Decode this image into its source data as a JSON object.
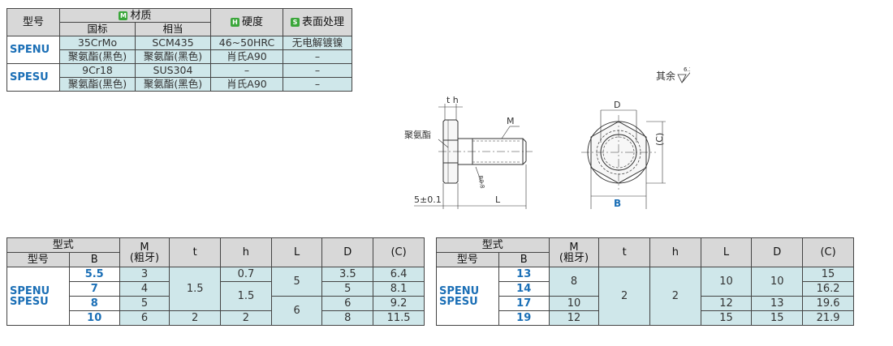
{
  "material_table": {
    "headers": {
      "model": "型号",
      "material_badge": "M",
      "material": "材质",
      "material_sub": [
        "国标",
        "相当"
      ],
      "hardness_badge": "H",
      "hardness": "硬度",
      "surface_badge": "S",
      "surface": "表面处理"
    },
    "groups": [
      {
        "model": "SPENU",
        "rows": [
          [
            "35CrMo",
            "SCM435",
            "46~50HRC",
            "无电解镀镍"
          ],
          [
            "聚氨酯(黑色)",
            "聚氨酯(黑色)",
            "肖氏A90",
            "–"
          ]
        ]
      },
      {
        "model": "SPESU",
        "rows": [
          [
            "9Cr18",
            "SUS304",
            "–",
            "–"
          ],
          [
            "聚氨酯(黑色)",
            "聚氨酯(黑色)",
            "肖氏A90",
            "–"
          ]
        ]
      }
    ],
    "colors": {
      "header": "#d8d8d8",
      "teal": "#cfe7ea",
      "model_blue": "#1b6fb6",
      "badge_green": "#3aa63a"
    }
  },
  "drawing": {
    "roughness_label": "其余",
    "roughness_value": "6.3",
    "labels": {
      "th": "t h",
      "M": "M",
      "polyurethane": "聚氨酯",
      "dim5": "5±0.1",
      "L": "L",
      "D": "D",
      "C": "(C)",
      "B": "B",
      "r": "R0.8"
    }
  },
  "dim_table_left": {
    "headers": {
      "type": "型式",
      "model": "型号",
      "B": "B",
      "M": "M",
      "M_sub": "(粗牙)",
      "t": "t",
      "h": "h",
      "L": "L",
      "D": "D",
      "C": "(C)"
    },
    "models": [
      "SPENU",
      "SPESU"
    ],
    "B": [
      "5.5",
      "7",
      "8",
      "10"
    ],
    "M": [
      "3",
      "4",
      "5",
      "6"
    ],
    "t": [
      "1.5",
      "2"
    ],
    "h": [
      "0.7",
      "1.5",
      "2"
    ],
    "L": [
      "5",
      "6"
    ],
    "D": [
      "3.5",
      "5",
      "6",
      "8"
    ],
    "C": [
      "6.4",
      "8.1",
      "9.2",
      "11.5"
    ]
  },
  "dim_table_right": {
    "headers": {
      "type": "型式",
      "model": "型号",
      "B": "B",
      "M": "M",
      "M_sub": "(粗牙)",
      "t": "t",
      "h": "h",
      "L": "L",
      "D": "D",
      "C": "(C)"
    },
    "models": [
      "SPENU",
      "SPESU"
    ],
    "B": [
      "13",
      "14",
      "17",
      "19"
    ],
    "M": [
      "8",
      "10",
      "12"
    ],
    "t": [
      "2"
    ],
    "h": [
      "2"
    ],
    "L": [
      "10",
      "12",
      "15"
    ],
    "D": [
      "10",
      "13",
      "15"
    ],
    "C": [
      "15",
      "16.2",
      "19.6",
      "21.9"
    ]
  }
}
